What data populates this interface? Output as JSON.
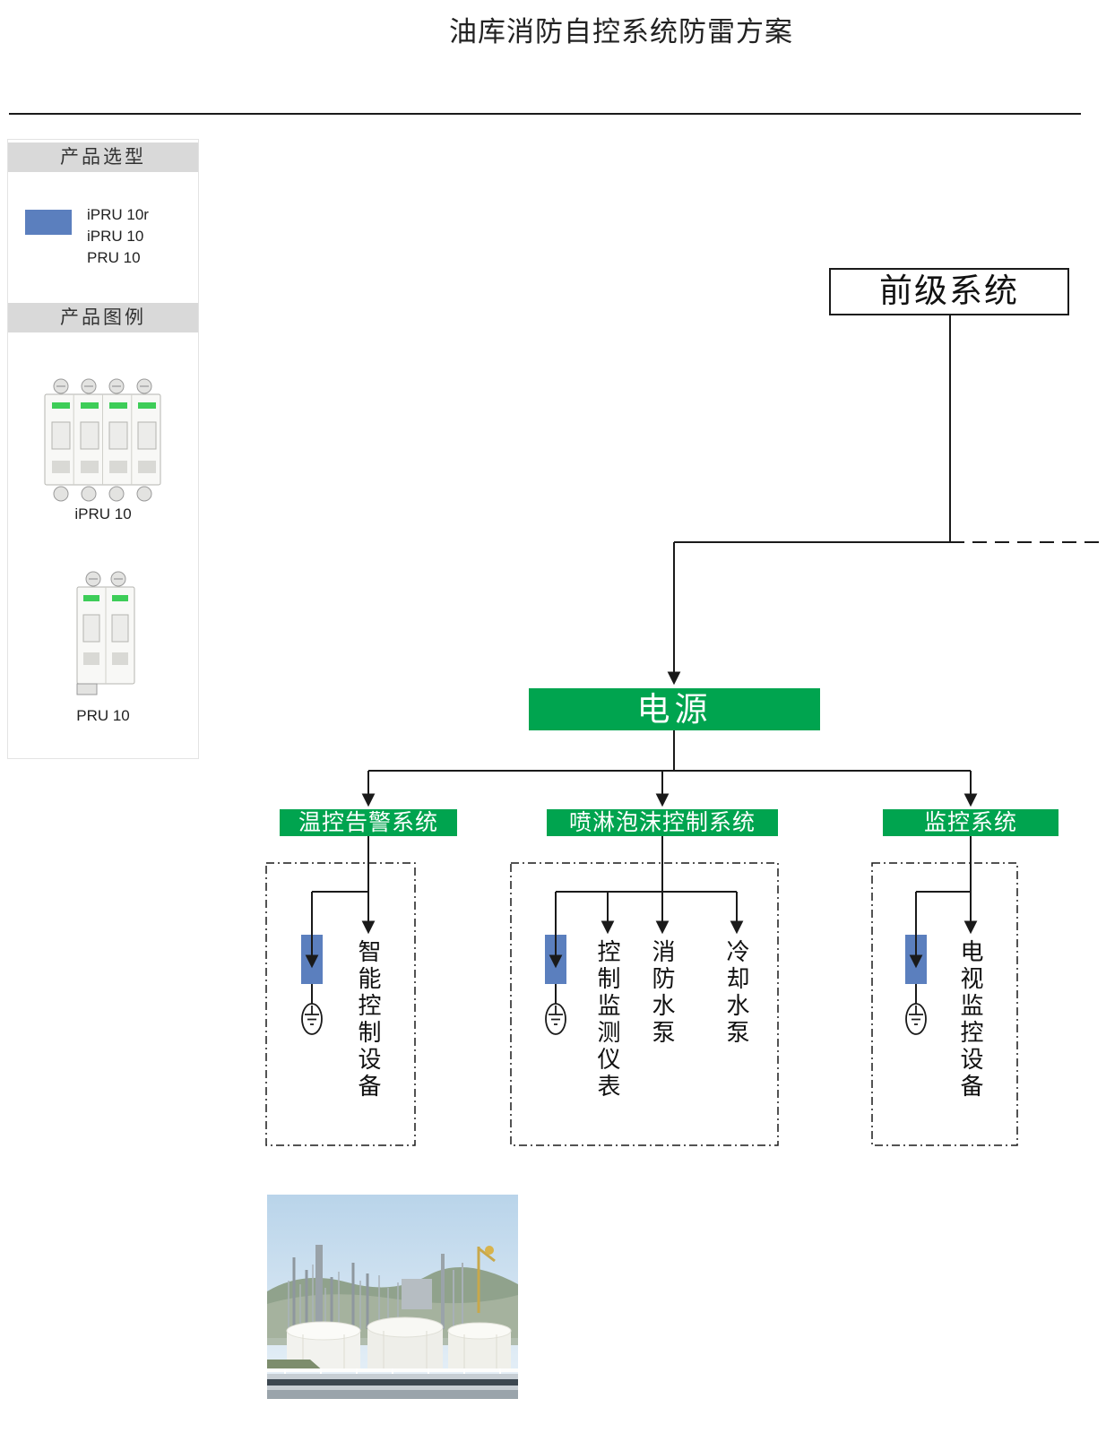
{
  "page": {
    "title": "油库消防自控系统防雷方案"
  },
  "sidebar": {
    "selection_header": "产品选型",
    "product_options": [
      "iPRU 10r",
      "iPRU 10",
      "PRU 10"
    ],
    "legend_header": "产品图例",
    "legend": [
      {
        "label": "iPRU 10"
      },
      {
        "label": "PRU 10"
      }
    ],
    "swatch_color": "#5b7fbe"
  },
  "diagram": {
    "upstream_label": "前级系统",
    "power_label": "电源",
    "branches": [
      {
        "label": "温控告警系统",
        "loads": [
          "智能控制设备"
        ]
      },
      {
        "label": "喷淋泡沫控制系统",
        "loads": [
          "控制监测仪表",
          "消防水泵",
          "冷却水泵"
        ]
      },
      {
        "label": "监控系统",
        "loads": [
          "电视监控设备"
        ]
      }
    ],
    "colors": {
      "green": "#00a44f",
      "spd_blue": "#5b7fbe",
      "line": "#1a1a1a"
    }
  }
}
